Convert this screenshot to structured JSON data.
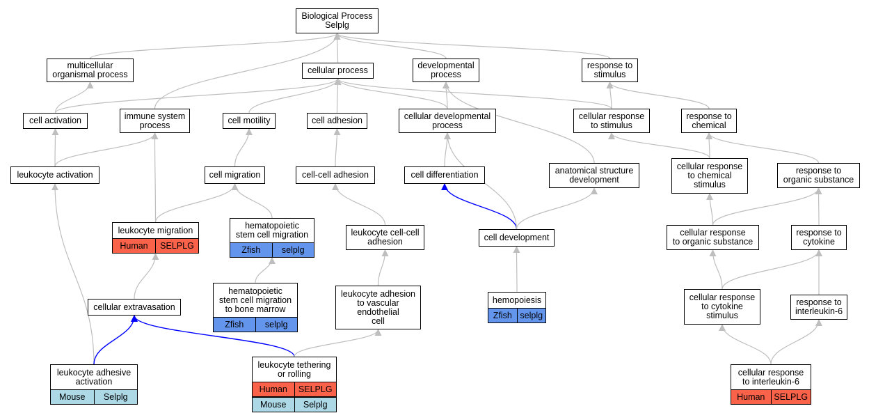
{
  "colors": {
    "human": "#fa6249",
    "zfish": "#6495ed",
    "mouse": "#add8e6",
    "edge_gray": "#bebebe",
    "edge_blue": "#0000ff"
  },
  "nodes": {
    "bp": {
      "label": "Biological Process\nSelplg"
    },
    "mop": {
      "label": "multicellular\norganismal process"
    },
    "cp": {
      "label": "cellular process"
    },
    "dp": {
      "label": "developmental\nprocess"
    },
    "rts": {
      "label": "response to\nstimulus"
    },
    "ca": {
      "label": "cell activation"
    },
    "isp": {
      "label": "immune system\nprocess"
    },
    "cm": {
      "label": "cell motility"
    },
    "cad": {
      "label": "cell adhesion"
    },
    "cdp": {
      "label": "cellular developmental\nprocess"
    },
    "crs": {
      "label": "cellular response\nto stimulus"
    },
    "rtc": {
      "label": "response to\nchemical"
    },
    "la": {
      "label": "leukocyte activation"
    },
    "cmig": {
      "label": "cell migration"
    },
    "cca": {
      "label": "cell-cell adhesion"
    },
    "cdiff": {
      "label": "cell differentiation"
    },
    "asd": {
      "label": "anatomical structure\ndevelopment"
    },
    "crcs": {
      "label": "cellular response\nto chemical\nstimulus"
    },
    "ros": {
      "label": "response to\norganic substance"
    },
    "lm": {
      "label": "leukocyte migration",
      "ann": [
        {
          "text": "Human",
          "color": "#fa6249"
        },
        {
          "text": "SELPLG",
          "color": "#fa6249"
        }
      ]
    },
    "hscm": {
      "label": "hematopoietic\nstem cell migration",
      "ann": [
        {
          "text": "Zfish",
          "color": "#6495ed"
        },
        {
          "text": "selplg",
          "color": "#6495ed"
        }
      ]
    },
    "lcca": {
      "label": "leukocyte cell-cell\nadhesion"
    },
    "cdev": {
      "label": "cell development"
    },
    "cros": {
      "label": "cellular response\nto organic substance"
    },
    "rtcy": {
      "label": "response to\ncytokine"
    },
    "ce": {
      "label": "cellular extravasation"
    },
    "hscbm": {
      "label": "hematopoietic\nstem cell migration\nto bone marrow",
      "ann": [
        {
          "text": "Zfish",
          "color": "#6495ed"
        },
        {
          "text": "selplg",
          "color": "#6495ed"
        }
      ]
    },
    "lavec": {
      "label": "leukocyte adhesion\nto vascular\nendothelial\ncell"
    },
    "hemo": {
      "label": "hemopoiesis",
      "ann": [
        {
          "text": "Zfish",
          "color": "#6495ed"
        },
        {
          "text": "selplg",
          "color": "#6495ed"
        }
      ]
    },
    "crcys": {
      "label": "cellular response\nto cytokine\nstimulus"
    },
    "ril6": {
      "label": "response to\ninterleukin-6"
    },
    "laa": {
      "label": "leukocyte adhesive\nactivation",
      "ann": [
        {
          "text": "Mouse",
          "color": "#add8e6"
        },
        {
          "text": "Selplg",
          "color": "#add8e6"
        }
      ]
    },
    "ltr": {
      "label": "leukocyte tethering\nor rolling",
      "ann": [
        {
          "text": "Human",
          "color": "#fa6249"
        },
        {
          "text": "SELPLG",
          "color": "#fa6249"
        },
        {
          "text": "Mouse",
          "color": "#add8e6"
        },
        {
          "text": "Selplg",
          "color": "#add8e6"
        }
      ]
    },
    "cril6": {
      "label": "cellular response\nto interleukin-6",
      "ann": [
        {
          "text": "Human",
          "color": "#fa6249"
        },
        {
          "text": "SELPLG",
          "color": "#fa6249"
        }
      ]
    }
  },
  "edges": [
    {
      "from": "mop",
      "to": "bp"
    },
    {
      "from": "cp",
      "to": "bp"
    },
    {
      "from": "dp",
      "to": "bp"
    },
    {
      "from": "rts",
      "to": "bp"
    },
    {
      "from": "isp",
      "to": "bp"
    },
    {
      "from": "ca",
      "to": "mop"
    },
    {
      "from": "ca",
      "to": "cp"
    },
    {
      "from": "cm",
      "to": "cp"
    },
    {
      "from": "cad",
      "to": "cp"
    },
    {
      "from": "cdp",
      "to": "cp"
    },
    {
      "from": "cdp",
      "to": "dp"
    },
    {
      "from": "crs",
      "to": "cp"
    },
    {
      "from": "crs",
      "to": "rts"
    },
    {
      "from": "rtc",
      "to": "rts"
    },
    {
      "from": "la",
      "to": "ca"
    },
    {
      "from": "la",
      "to": "isp"
    },
    {
      "from": "cmig",
      "to": "cm"
    },
    {
      "from": "cca",
      "to": "cad"
    },
    {
      "from": "cdiff",
      "to": "cdp"
    },
    {
      "from": "asd",
      "to": "dp"
    },
    {
      "from": "crcs",
      "to": "crs"
    },
    {
      "from": "crcs",
      "to": "rtc"
    },
    {
      "from": "ros",
      "to": "rtc"
    },
    {
      "from": "lm",
      "to": "isp"
    },
    {
      "from": "lm",
      "to": "cmig"
    },
    {
      "from": "hscm",
      "to": "cmig"
    },
    {
      "from": "lcca",
      "to": "cca"
    },
    {
      "from": "cdev",
      "to": "cdiff",
      "kind": "blue"
    },
    {
      "from": "cdev",
      "to": "cdp"
    },
    {
      "from": "cdev",
      "to": "asd"
    },
    {
      "from": "cros",
      "to": "crcs"
    },
    {
      "from": "cros",
      "to": "ros"
    },
    {
      "from": "rtcy",
      "to": "ros"
    },
    {
      "from": "ce",
      "to": "lm"
    },
    {
      "from": "hscbm",
      "to": "hscm"
    },
    {
      "from": "lavec",
      "to": "lcca"
    },
    {
      "from": "hemo",
      "to": "cdev"
    },
    {
      "from": "crcys",
      "to": "cros"
    },
    {
      "from": "crcys",
      "to": "rtcy"
    },
    {
      "from": "ril6",
      "to": "rtcy"
    },
    {
      "from": "laa",
      "to": "la"
    },
    {
      "from": "laa",
      "to": "ce",
      "kind": "blue"
    },
    {
      "from": "ltr",
      "to": "ce",
      "kind": "blue"
    },
    {
      "from": "ltr",
      "to": "lavec"
    },
    {
      "from": "cril6",
      "to": "crcys"
    },
    {
      "from": "cril6",
      "to": "ril6"
    }
  ]
}
